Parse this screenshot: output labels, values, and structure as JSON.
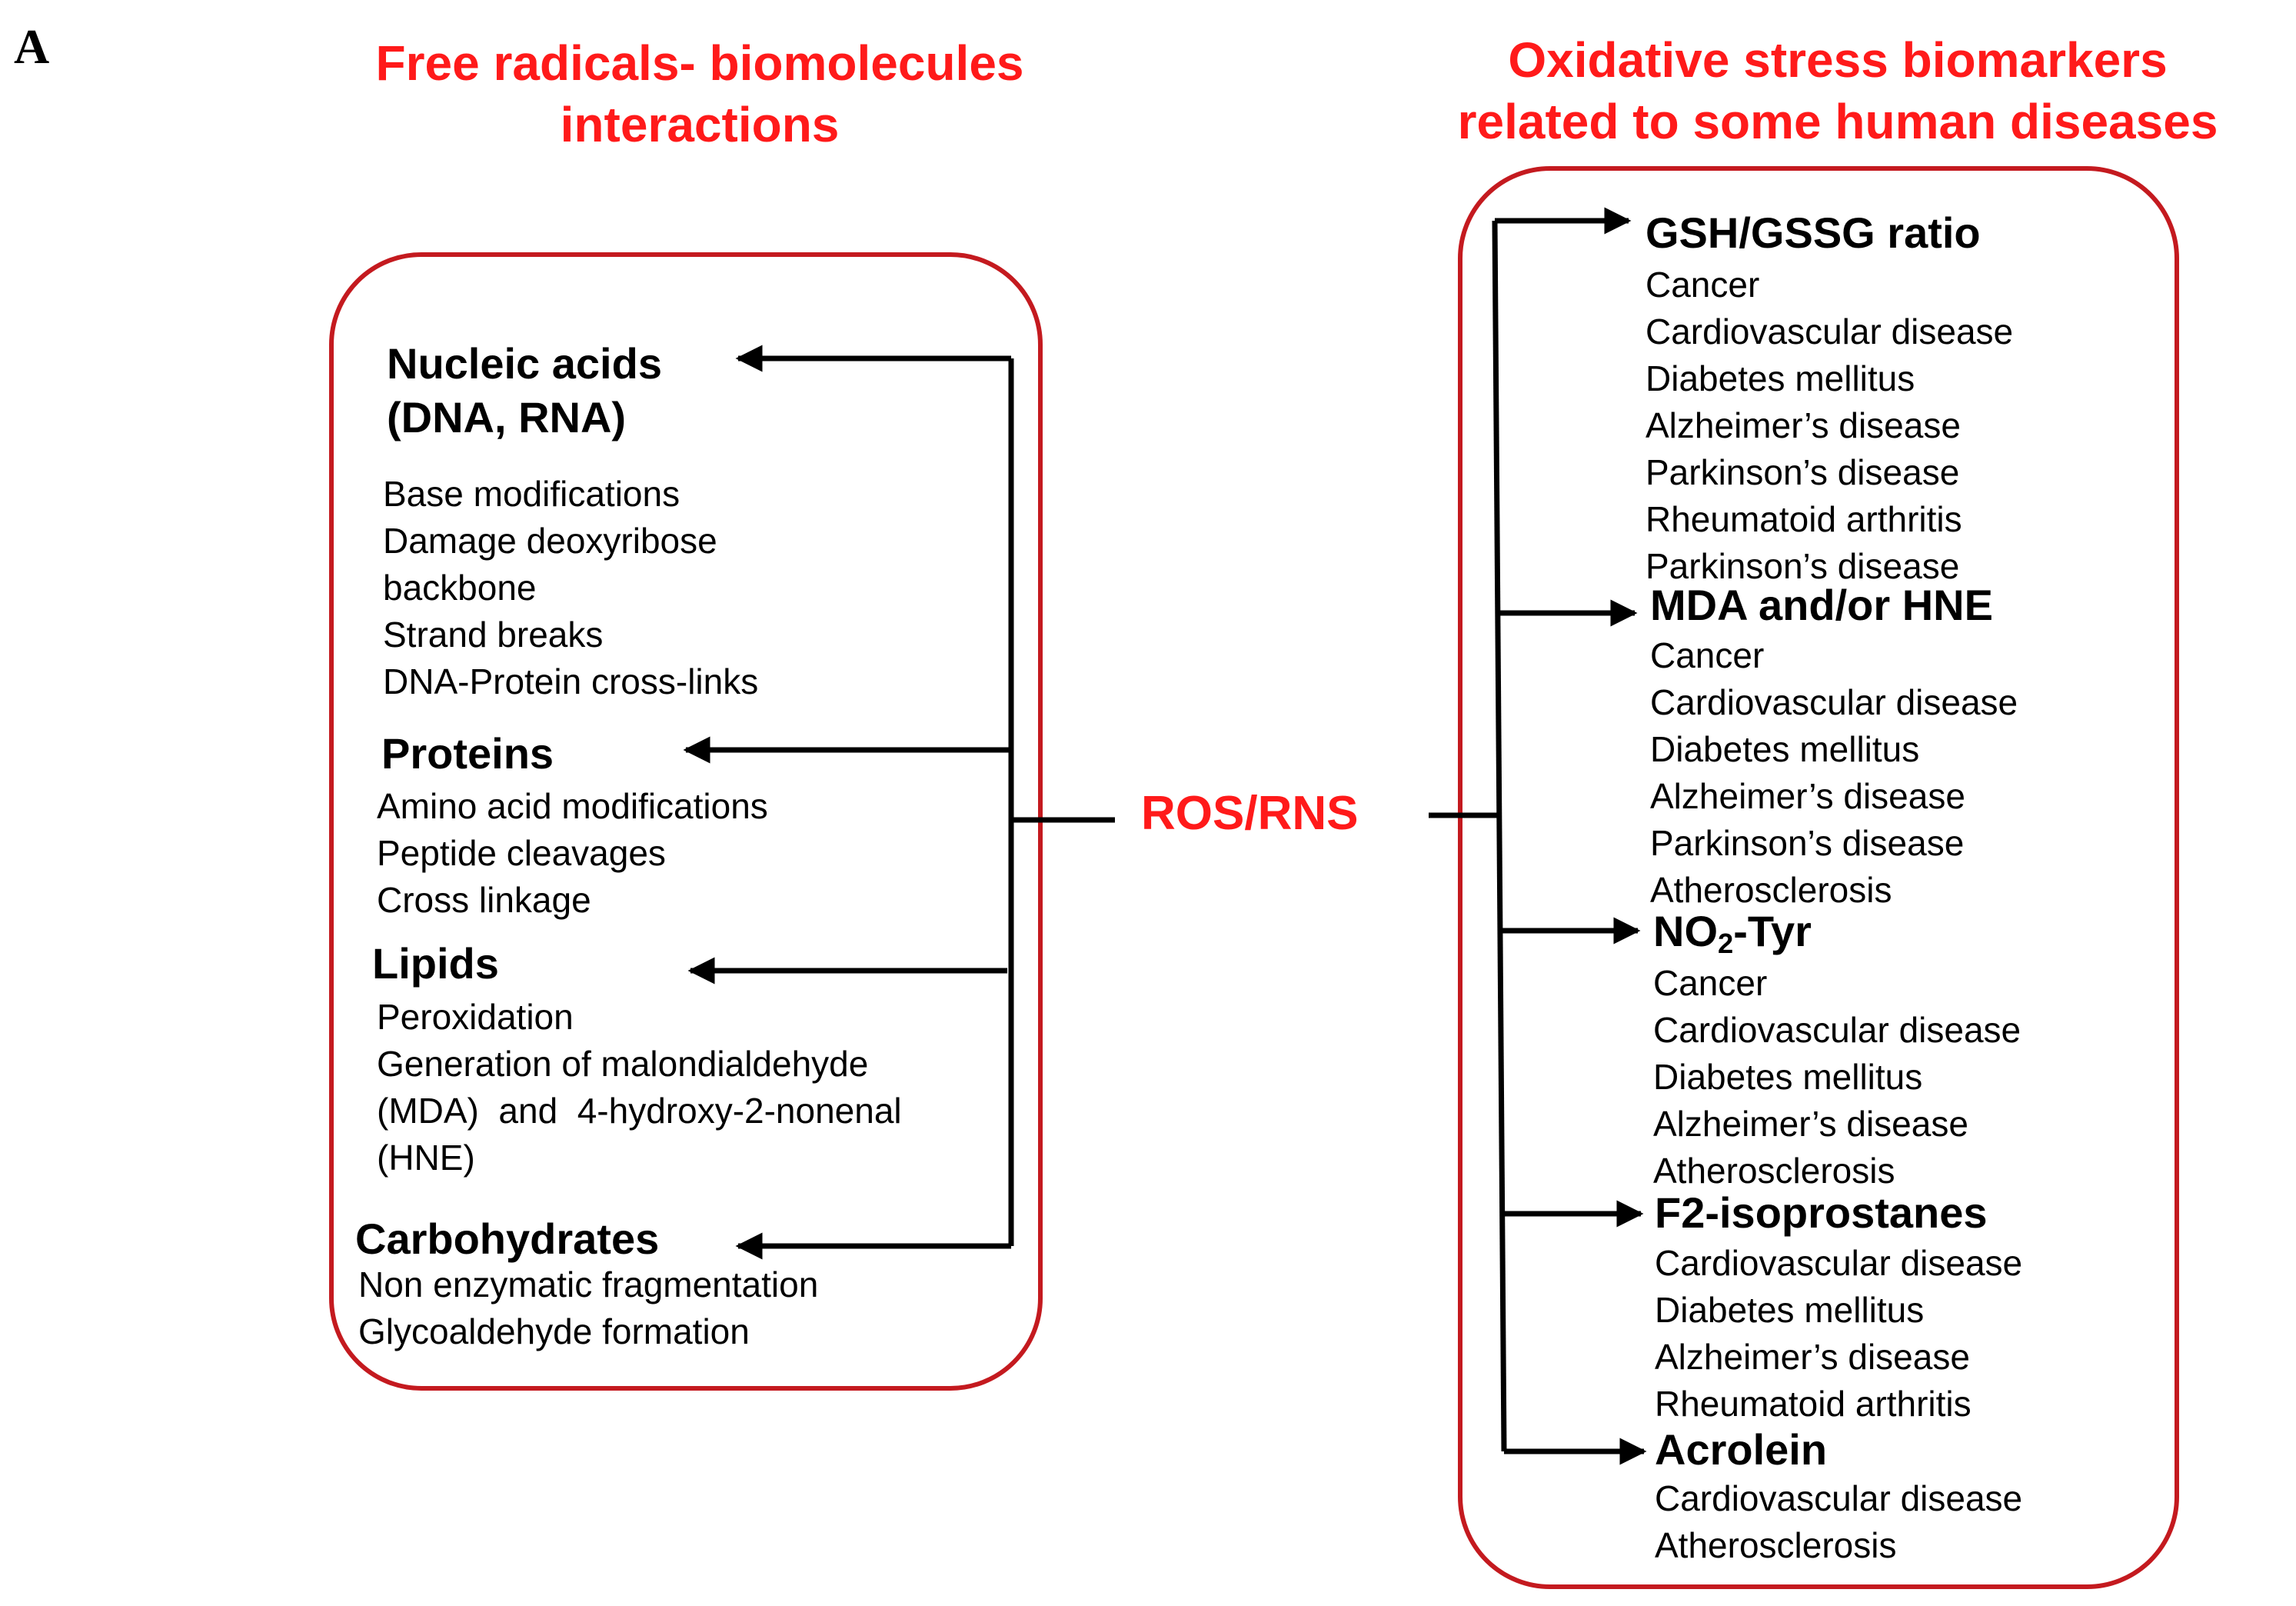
{
  "panel_label": "A",
  "left_title": [
    "Free radicals- biomolecules",
    "interactions"
  ],
  "right_title": [
    "Oxidative stress biomarkers",
    "related to some human diseases"
  ],
  "center_label": "ROS/RNS",
  "left_groups": [
    {
      "heading": [
        "Nucleic acids",
        "(DNA, RNA)"
      ],
      "items": [
        "Base modifications",
        "Damage deoxyribose",
        "backbone",
        "Strand breaks",
        "DNA-Protein cross-links"
      ]
    },
    {
      "heading": [
        "Proteins"
      ],
      "items": [
        "Amino acid modifications",
        "Peptide cleavages",
        "Cross linkage"
      ]
    },
    {
      "heading": [
        "Lipids"
      ],
      "items": [
        "Peroxidation",
        "Generation of malondialdehyde",
        "(MDA)  and  4-hydroxy-2-nonenal",
        "(HNE)"
      ]
    },
    {
      "heading": [
        "Carbohydrates"
      ],
      "items": [
        "Non enzymatic fragmentation",
        "Glycoaldehyde formation"
      ]
    }
  ],
  "right_groups": [
    {
      "heading": "GSH/GSSG ratio",
      "items": [
        "Cancer",
        "Cardiovascular disease",
        "Diabetes mellitus",
        "Alzheimer’s disease",
        "Parkinson’s disease",
        "Rheumatoid arthritis",
        "Parkinson’s disease"
      ]
    },
    {
      "heading": "MDA and/or HNE",
      "items": [
        "Cancer",
        "Cardiovascular disease",
        "Diabetes mellitus",
        "Alzheimer’s disease",
        "Parkinson’s disease",
        "Atherosclerosis"
      ]
    },
    {
      "heading_main": "NO",
      "heading_sub": "2",
      "heading_rest": "-Tyr",
      "items": [
        "Cancer",
        "Cardiovascular disease",
        "Diabetes mellitus",
        "Alzheimer’s disease",
        "Atherosclerosis"
      ]
    },
    {
      "heading": "F2-isoprostanes",
      "items": [
        "Cardiovascular disease",
        "Diabetes mellitus",
        "Alzheimer’s disease",
        "Rheumatoid arthritis"
      ]
    },
    {
      "heading": "Acrolein",
      "items": [
        "Cardiovascular disease",
        "Atherosclerosis"
      ]
    }
  ],
  "colors": {
    "accent_red": "#ff1a1a",
    "box_border": "#c41a1f",
    "text": "#000000"
  }
}
